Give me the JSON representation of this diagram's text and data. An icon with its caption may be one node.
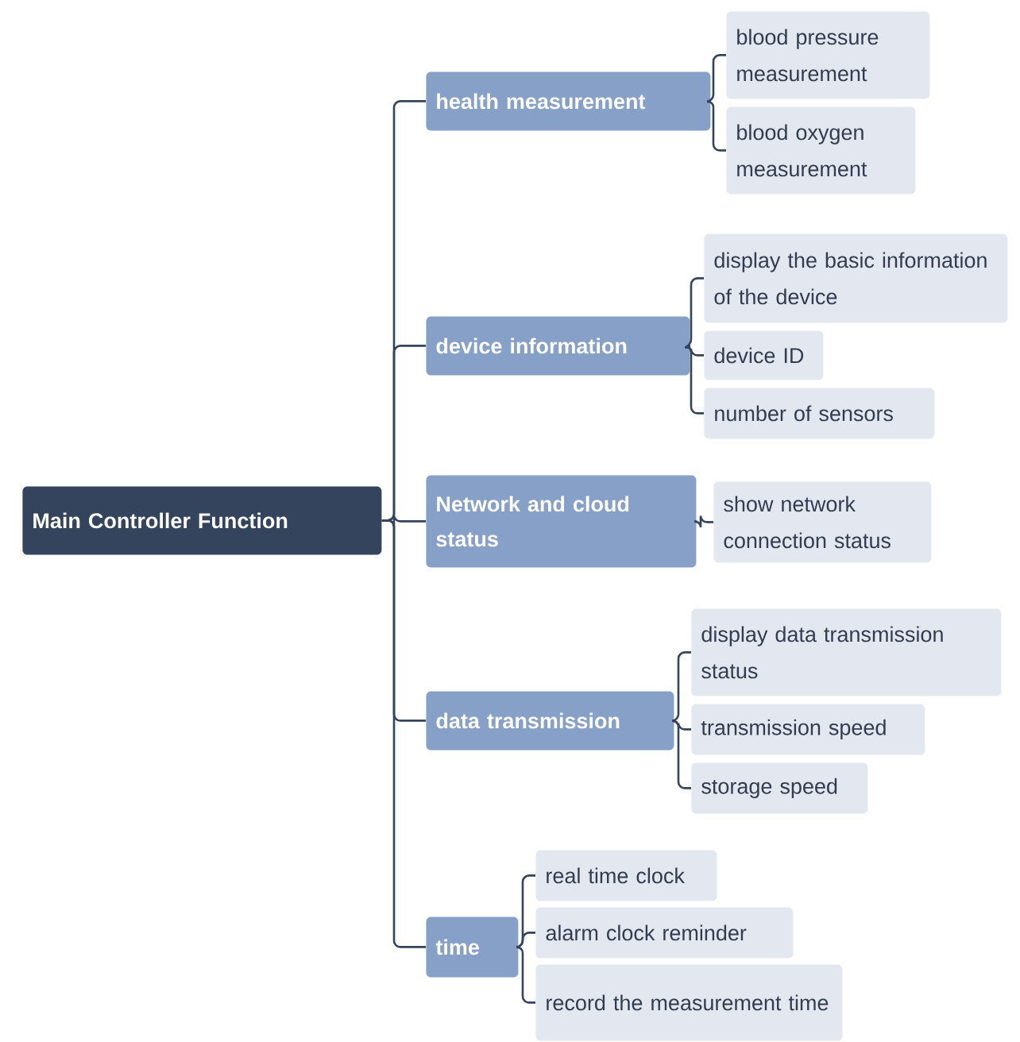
{
  "diagram": {
    "nodes": [
      {
        "text": [
          "Main Controller Function"
        ]
      },
      {
        "text": [
          "health measurement"
        ]
      },
      {
        "text": [
          "blood pressure measurement"
        ]
      },
      {
        "text": [
          "blood oxygen measurement"
        ]
      },
      {
        "text": [
          "device information"
        ]
      },
      {
        "text": [
          "display the basic information of the device"
        ]
      },
      {
        "text": [
          "device ID"
        ]
      },
      {
        "text": [
          "number of sensors"
        ]
      },
      {
        "text": [
          "Network and cloud status"
        ]
      },
      {
        "text": [
          "show network connection status"
        ]
      },
      {
        "text": [
          "data transmission"
        ]
      },
      {
        "text": [
          "display data transmission status"
        ]
      },
      {
        "text": [
          "transmission speed"
        ]
      },
      {
        "text": [
          "storage speed"
        ]
      },
      {
        "text": [
          "time"
        ]
      },
      {
        "text": [
          "real time clock"
        ]
      },
      {
        "text": [
          "alarm clock reminder"
        ]
      },
      {
        "text": [
          "record the measurement time"
        ]
      }
    ],
    "edges": [
      {
        "from": 0,
        "to": 1,
        "arrow": "none"
      },
      {
        "from": 0,
        "to": 4,
        "arrow": "none"
      },
      {
        "from": 0,
        "to": 8,
        "arrow": "none"
      },
      {
        "from": 0,
        "to": 10,
        "arrow": "none"
      },
      {
        "from": 0,
        "to": 14,
        "arrow": "none"
      },
      {
        "from": 1,
        "to": 2,
        "arrow": "none"
      },
      {
        "from": 1,
        "to": 3,
        "arrow": "none"
      },
      {
        "from": 4,
        "to": 5,
        "arrow": "none"
      },
      {
        "from": 4,
        "to": 6,
        "arrow": "none"
      },
      {
        "from": 4,
        "to": 7,
        "arrow": "none"
      },
      {
        "from": 8,
        "to": 9,
        "arrow": "none"
      },
      {
        "from": 10,
        "to": 11,
        "arrow": "none"
      },
      {
        "from": 10,
        "to": 12,
        "arrow": "none"
      },
      {
        "from": 10,
        "to": 13,
        "arrow": "none"
      },
      {
        "from": 14,
        "to": 15,
        "arrow": "none"
      },
      {
        "from": 14,
        "to": 16,
        "arrow": "none"
      },
      {
        "from": 14,
        "to": 17,
        "arrow": "none"
      }
    ]
  }
}
